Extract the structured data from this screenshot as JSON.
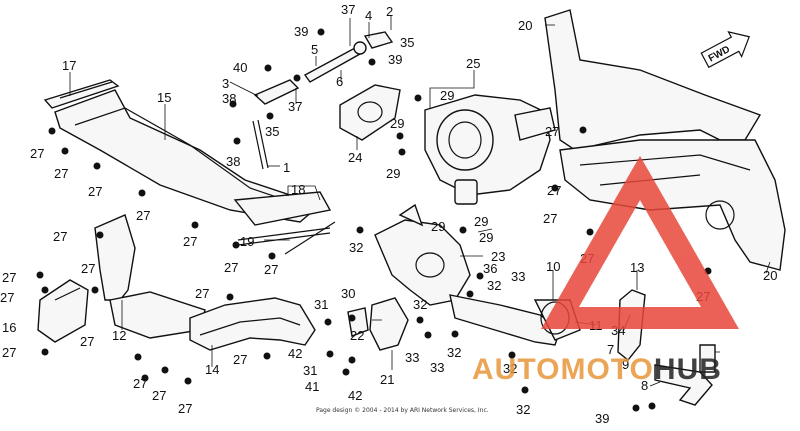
{
  "diagram": {
    "direction_marker": "FWD",
    "copyright": "Page design © 2004 - 2014 by ARI Network Services, Inc.",
    "watermark": {
      "text_part1": "AUTO",
      "text_part2": "MOTO",
      "text_part3": "HUB",
      "colors": {
        "auto": "#e8963a",
        "moto": "#e8963a",
        "hub": "#222222",
        "triangle": "#e8463a"
      }
    },
    "callouts": [
      "1",
      "2",
      "3",
      "4",
      "5",
      "6",
      "7",
      "8",
      "9",
      "10",
      "11",
      "12",
      "13",
      "14",
      "15",
      "16",
      "17",
      "18",
      "19",
      "20",
      "20",
      "21",
      "22",
      "23",
      "24",
      "25",
      "27",
      "27",
      "27",
      "27",
      "27",
      "27",
      "27",
      "27",
      "27",
      "27",
      "27",
      "27",
      "27",
      "27",
      "27",
      "27",
      "27",
      "27",
      "27",
      "27",
      "27",
      "27",
      "27",
      "29",
      "29",
      "29",
      "29",
      "29",
      "29",
      "30",
      "31",
      "31",
      "32",
      "32",
      "32",
      "32",
      "32",
      "32",
      "33",
      "33",
      "33",
      "34",
      "35",
      "35",
      "36",
      "37",
      "37",
      "38",
      "38",
      "39",
      "39",
      "39",
      "40",
      "41",
      "42",
      "42"
    ]
  }
}
